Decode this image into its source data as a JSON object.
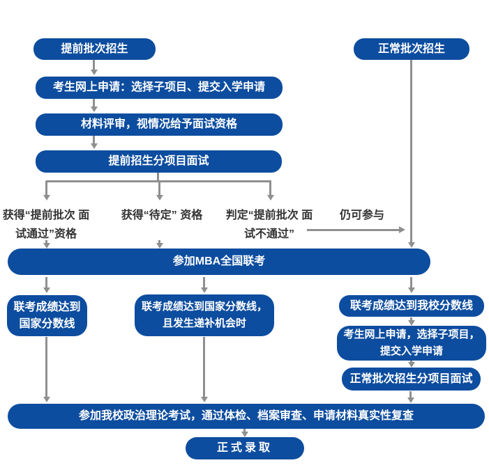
{
  "colors": {
    "box_blue": "#0d4d9f",
    "arrow_gray": "#8f8f8f",
    "label_text": "#333333",
    "node_text": "#ffffff",
    "background": "#ffffff"
  },
  "flowchart": {
    "early_column": {
      "start": "提前批次招生",
      "apply": "考生网上申请：选择子项目、提交入学申请",
      "review": "材料评审，视情况给予面试资格",
      "interview": "提前招生分项目面试"
    },
    "normal_column": {
      "start": "正常批次招生"
    },
    "branch_labels": {
      "pass_line1": "获得“提前批次",
      "pass_line2": "面试通过”资格",
      "pending_line1": "获得“待定”",
      "pending_line2": "资格",
      "fail_line1": "判定“提前批次",
      "fail_line2": "面试不通过”",
      "still_participate": "仍可参与"
    },
    "joint_exam": "参加MBA全国联考",
    "after_exam": {
      "national_line_line1": "联考成绩达到",
      "national_line_line2": "国家分数线",
      "national_supp_line1": "联考成绩达到国家分数线，",
      "national_supp_line2": "且发生递补机会时",
      "school_line": "联考成绩达到我校分数线",
      "normal_apply_line1": "考生网上申请，选择子项目，",
      "normal_apply_line2": "提交入学申请",
      "normal_interview": "正常批次招生分项目面试"
    },
    "final": {
      "political_exam": "参加我校政治理论考试，通过体检、档案审查、申请材料真实性复查",
      "admission": "正式录取"
    }
  }
}
